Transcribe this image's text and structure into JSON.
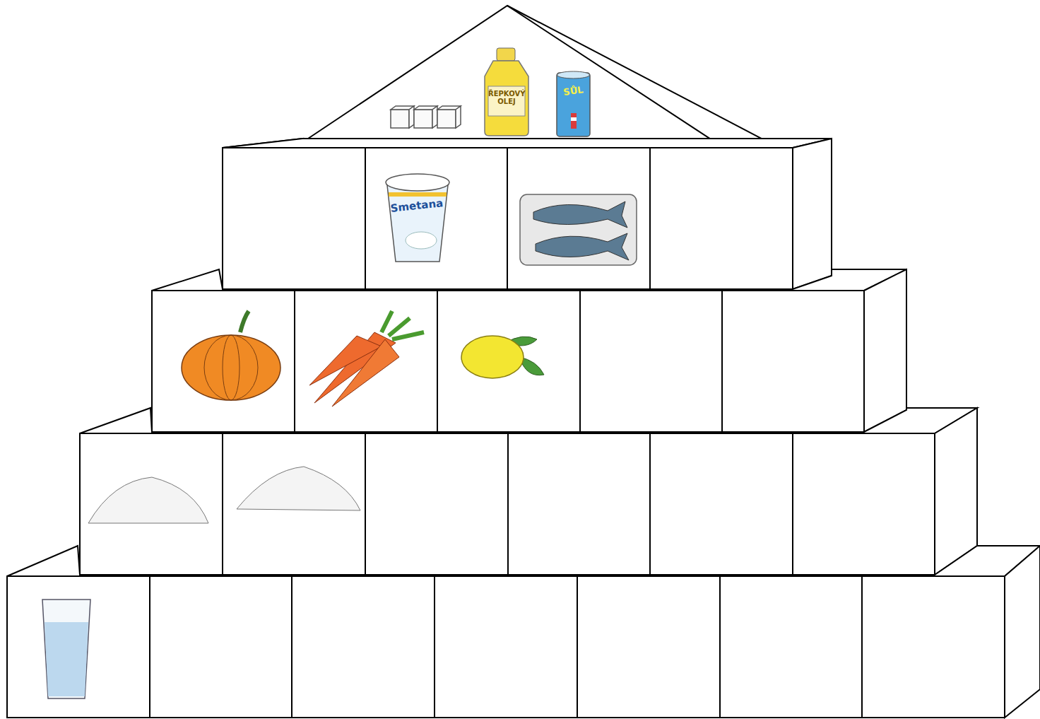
{
  "diagram": {
    "labels": [
      "ŘEPKOVÝ OLEJ",
      "SŮL",
      "Smetana"
    ]
  }
}
